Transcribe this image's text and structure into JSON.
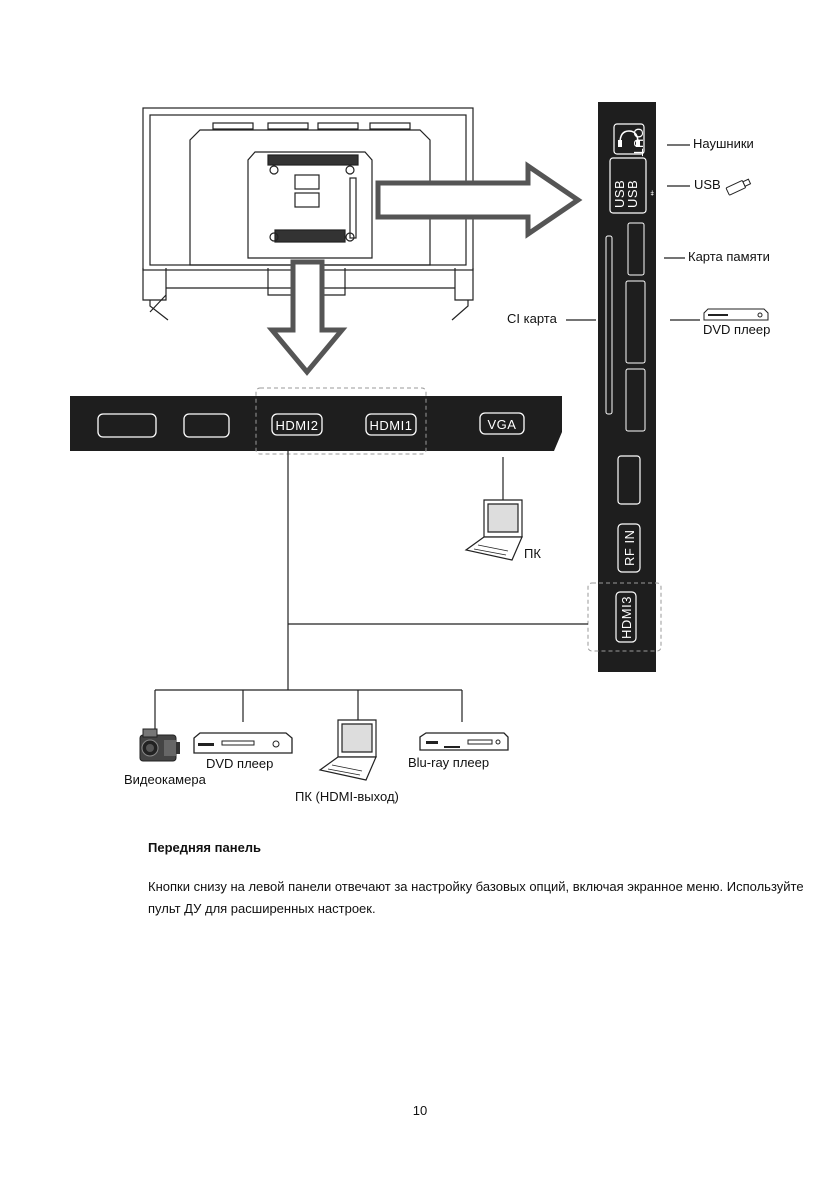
{
  "tv_back": {},
  "bottom_panel": {
    "ports": [
      "HDMI2",
      "HDMI1",
      "VGA"
    ]
  },
  "side_panel": {
    "ports": {
      "headphone_out": "OUT",
      "usb1": "USB",
      "usb2": "USB",
      "rf_in": "RF IN",
      "hdmi3": "HDMI3"
    }
  },
  "labels": {
    "headphones": "Наушники",
    "usb": "USB",
    "memory_card": "Карта памяти",
    "ci_card": "CI карта",
    "dvd_side": "DVD плеер",
    "pc_vga": "ПК",
    "camcorder": "Видеокамера",
    "dvd_bottom": "DVD плеер",
    "pc_hdmi": "ПК (HDMI-выход)",
    "bluray": "Blu-ray плеер"
  },
  "text": {
    "heading": "Передняя панель",
    "paragraph": "Кнопки снизу на левой панели отвечают за настройку базовых опций, включая экранное меню. Используйте пульт ДУ для расширенных настроек.",
    "page_number": "10"
  }
}
